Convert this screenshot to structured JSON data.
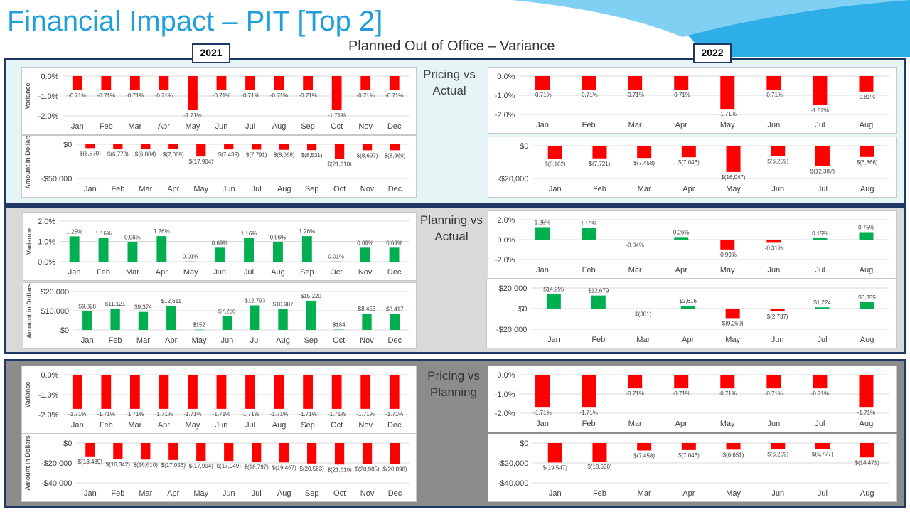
{
  "page": {
    "title": "Financial Impact – PIT [Top 2]",
    "subtitle": "Planned Out of Office – Variance",
    "years": [
      "2021",
      "2022"
    ]
  },
  "colors": {
    "negative": "#ff0000",
    "positive": "#00b050",
    "title": "#1fa0dc",
    "border": "#1f3864",
    "section1_bg": "#e6f4f5",
    "section2_bg": "#d9d9d9",
    "section3_bg": "#8c8c8c"
  },
  "sections": [
    {
      "label": "Pricing vs\nActual"
    },
    {
      "label": "Planning vs\nActual"
    },
    {
      "label": "Pricing vs\nPlanning"
    }
  ],
  "chart_data": [
    {
      "id": "pva-2021-variance",
      "type": "bar",
      "ylabel": "Variance",
      "categories": [
        "Jan",
        "Feb",
        "Mar",
        "Apr",
        "May",
        "Jun",
        "Jul",
        "Aug",
        "Sep",
        "Oct",
        "Nov",
        "Dec"
      ],
      "values": [
        -0.71,
        -0.71,
        -0.71,
        -0.71,
        -1.71,
        -0.71,
        -0.71,
        -0.71,
        -0.71,
        -1.71,
        -0.71,
        -0.71
      ],
      "labels": [
        "-0.71%",
        "-0.71%",
        "-0.71%",
        "-0.71%",
        "-1.71%",
        "-0.71%",
        "-0.71%",
        "-0.71%",
        "-0.71%",
        "-1.71%",
        "-0.71%",
        "-0.71%"
      ],
      "ylim": [
        -2,
        0
      ],
      "ticks": [
        0,
        -1,
        -2
      ],
      "tick_labels": [
        "0.0%",
        "-1.0%",
        "-2.0%"
      ]
    },
    {
      "id": "pva-2021-dollars",
      "type": "bar",
      "ylabel": "Amount in Dollars",
      "categories": [
        "Jan",
        "Feb",
        "Mar",
        "Apr",
        "May",
        "Jun",
        "Jul",
        "Aug",
        "Sep",
        "Oct",
        "Nov",
        "Dec"
      ],
      "values": [
        -5570,
        -6773,
        -6884,
        -7069,
        -17904,
        -7439,
        -7791,
        -8068,
        -8531,
        -21610,
        -8697,
        -8660
      ],
      "labels": [
        "$(5,570)",
        "$(6,773)",
        "$(6,884)",
        "$(7,069)",
        "$(17,904)",
        "$(7,439)",
        "$(7,791)",
        "$(8,068)",
        "$(8,531)",
        "$(21,610)",
        "$(8,697)",
        "$(8,660)"
      ],
      "ylim": [
        -50000,
        0
      ],
      "ticks": [
        0,
        -50000
      ],
      "tick_labels": [
        "$0",
        "-$50,000"
      ]
    },
    {
      "id": "pva-2022-variance",
      "type": "bar",
      "categories": [
        "Jan",
        "Feb",
        "Mar",
        "Apr",
        "May",
        "Jun",
        "Jul",
        "Aug"
      ],
      "values": [
        -0.71,
        -0.71,
        -0.71,
        -0.71,
        -1.71,
        -0.71,
        -1.52,
        -0.81
      ],
      "labels": [
        "-0.71%",
        "-0.71%",
        "-0.71%",
        "-0.71%",
        "-1.71%",
        "-0.71%",
        "-1.52%",
        "-0.81%"
      ],
      "ylim": [
        -2,
        0
      ],
      "ticks": [
        0,
        -1,
        -2
      ],
      "tick_labels": [
        "0.0%",
        "-1.0%",
        "-2.0%"
      ]
    },
    {
      "id": "pva-2022-dollars",
      "type": "bar",
      "categories": [
        "Jan",
        "Feb",
        "Mar",
        "Apr",
        "May",
        "Jun",
        "Jul",
        "Aug"
      ],
      "values": [
        -8102,
        -7721,
        -7458,
        -7046,
        -16047,
        -6209,
        -12387,
        -6866
      ],
      "labels": [
        "$(8,102)",
        "$(7,721)",
        "$(7,458)",
        "$(7,046)",
        "$(16,047)",
        "$(6,209)",
        "$(12,387)",
        "$(6,866)"
      ],
      "ylim": [
        -20000,
        0
      ],
      "ticks": [
        0,
        -20000
      ],
      "tick_labels": [
        "$0",
        "-$20,000"
      ]
    },
    {
      "id": "plva-2021-variance",
      "type": "bar",
      "ylabel": "Variance",
      "categories": [
        "Jan",
        "Feb",
        "Mar",
        "Apr",
        "May",
        "Jun",
        "Jul",
        "Aug",
        "Sep",
        "Oct",
        "Nov",
        "Dec"
      ],
      "values": [
        1.25,
        1.16,
        0.96,
        1.26,
        0.01,
        0.69,
        1.16,
        0.96,
        1.26,
        0.01,
        0.69,
        0.69
      ],
      "labels": [
        "1.25%",
        "1.16%",
        "0.96%",
        "1.26%",
        "0.01%",
        "0.69%",
        "1.16%",
        "0.96%",
        "1.26%",
        "0.01%",
        "0.69%",
        "0.69%"
      ],
      "ylim": [
        0,
        2
      ],
      "ticks": [
        2,
        1,
        0
      ],
      "tick_labels": [
        "2.0%",
        "1.0%",
        "0.0%"
      ]
    },
    {
      "id": "plva-2021-dollars",
      "type": "bar",
      "ylabel": "Amount in Dollars",
      "categories": [
        "Jan",
        "Feb",
        "Mar",
        "Apr",
        "May",
        "Jun",
        "Jul",
        "Aug",
        "Sep",
        "Oct",
        "Nov",
        "Dec"
      ],
      "values": [
        9828,
        11121,
        9374,
        12611,
        152,
        7230,
        12793,
        10987,
        15220,
        184,
        8453,
        8417
      ],
      "labels": [
        "$9,828",
        "$11,121",
        "$9,374",
        "$12,611",
        "$152",
        "$7,230",
        "$12,793",
        "$10,987",
        "$15,220",
        "$184",
        "$8,453",
        "$8,417"
      ],
      "ylim": [
        0,
        20000
      ],
      "ticks": [
        20000,
        10000,
        0
      ],
      "tick_labels": [
        "$20,000",
        "$10,000",
        "$0"
      ]
    },
    {
      "id": "plva-2022-variance",
      "type": "bar",
      "categories": [
        "Jan",
        "Feb",
        "Mar",
        "Apr",
        "May",
        "Jun",
        "Jul",
        "Aug"
      ],
      "values": [
        1.25,
        1.16,
        -0.04,
        0.26,
        -0.99,
        -0.31,
        0.15,
        0.75
      ],
      "labels": [
        "1.25%",
        "1.16%",
        "-0.04%",
        "0.26%",
        "-0.99%",
        "-0.31%",
        "0.15%",
        "0.75%"
      ],
      "ylim": [
        -2,
        2
      ],
      "ticks": [
        2,
        0,
        -2
      ],
      "tick_labels": [
        "2.0%",
        "0.0%",
        "-2.0%"
      ]
    },
    {
      "id": "plva-2022-dollars",
      "type": "bar",
      "categories": [
        "Jan",
        "Feb",
        "Mar",
        "Apr",
        "May",
        "Jun",
        "Jul",
        "Aug"
      ],
      "values": [
        14295,
        12679,
        -381,
        2616,
        -9259,
        -2737,
        1224,
        6355
      ],
      "labels": [
        "$14,295",
        "$12,679",
        "$(381)",
        "$2,616",
        "$(9,259)",
        "$(2,737)",
        "$1,224",
        "$6,355"
      ],
      "ylim": [
        -20000,
        20000
      ],
      "ticks": [
        20000,
        0,
        -20000
      ],
      "tick_labels": [
        "$20,000",
        "$0",
        "-$20,000"
      ]
    },
    {
      "id": "pvp-2021-variance",
      "type": "bar",
      "ylabel": "Variance",
      "categories": [
        "Jan",
        "Feb",
        "Mar",
        "Apr",
        "May",
        "Jun",
        "Jul",
        "Aug",
        "Sep",
        "Oct",
        "Nov",
        "Dec"
      ],
      "values": [
        -1.71,
        -1.71,
        -1.71,
        -1.71,
        -1.71,
        -1.71,
        -1.71,
        -1.71,
        -1.71,
        -1.71,
        -1.71,
        -1.71
      ],
      "labels": [
        "-1.71%",
        "-1.71%",
        "-1.71%",
        "-1.71%",
        "-1.71%",
        "-1.71%",
        "-1.71%",
        "-1.71%",
        "-1.71%",
        "-1.71%",
        "-1.71%",
        "-1.71%"
      ],
      "ylim": [
        -2,
        0
      ],
      "ticks": [
        0,
        -1,
        -2
      ],
      "tick_labels": [
        "0.0%",
        "-1.0%",
        "-2.0%"
      ]
    },
    {
      "id": "pvp-2021-dollars",
      "type": "bar",
      "ylabel": "Amount in Dollars",
      "categories": [
        "Jan",
        "Feb",
        "Mar",
        "Apr",
        "May",
        "Jun",
        "Jul",
        "Aug",
        "Sep",
        "Oct",
        "Nov",
        "Dec"
      ],
      "values": [
        -13439,
        -16342,
        -16610,
        -17056,
        -17904,
        -17949,
        -18797,
        -19467,
        -20583,
        -21610,
        -20985,
        -20896
      ],
      "labels": [
        "$(13,439)",
        "$(16,342)",
        "$(16,610)",
        "$(17,056)",
        "$(17,904)",
        "$(17,949)",
        "$(18,797)",
        "$(19,467)",
        "$(20,583)",
        "$(21,610)",
        "$(20,985)",
        "$(20,896)"
      ],
      "ylim": [
        -40000,
        0
      ],
      "ticks": [
        0,
        -20000,
        -40000
      ],
      "tick_labels": [
        "$0",
        "-$20,000",
        "-$40,000"
      ]
    },
    {
      "id": "pvp-2022-variance",
      "type": "bar",
      "categories": [
        "Jan",
        "Feb",
        "Mar",
        "Apr",
        "May",
        "Jun",
        "Jul",
        "Aug"
      ],
      "values": [
        -1.71,
        -1.71,
        -0.71,
        -0.71,
        -0.71,
        -0.71,
        -0.71,
        -1.71
      ],
      "labels": [
        "-1.71%",
        "-1.71%",
        "-0.71%",
        "-0.71%",
        "-0.71%",
        "-0.71%",
        "-0.71%",
        "-1.71%"
      ],
      "ylim": [
        -2,
        0
      ],
      "ticks": [
        0,
        -1,
        -2
      ],
      "tick_labels": [
        "0.0%",
        "-1.0%",
        "-2.0%"
      ]
    },
    {
      "id": "pvp-2022-dollars",
      "type": "bar",
      "categories": [
        "Jan",
        "Feb",
        "Mar",
        "Apr",
        "May",
        "Jun",
        "Jul",
        "Aug"
      ],
      "values": [
        -19547,
        -18630,
        -7458,
        -7046,
        -6651,
        -6209,
        -5777,
        -14471
      ],
      "labels": [
        "$(19,547)",
        "$(18,630)",
        "$(7,458)",
        "$(7,046)",
        "$(6,651)",
        "$(6,209)",
        "$(5,777)",
        "$(14,471)"
      ],
      "ylim": [
        -40000,
        0
      ],
      "ticks": [
        0,
        -20000,
        -40000
      ],
      "tick_labels": [
        "$0",
        "-$20,000",
        "-$40,000"
      ]
    }
  ]
}
